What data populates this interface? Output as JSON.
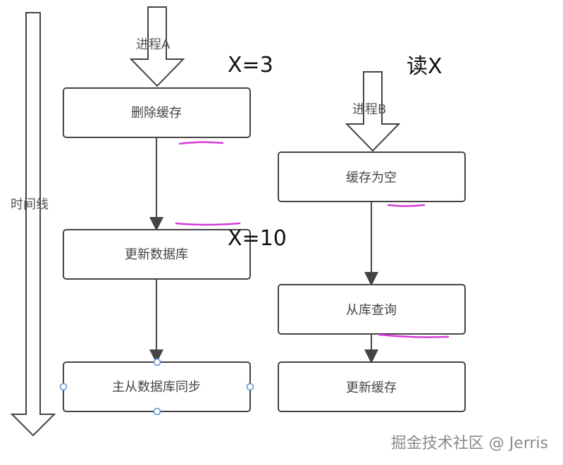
{
  "timeline": {
    "label": "时间线"
  },
  "process_a": {
    "label": "进程A",
    "value_label": "X=3",
    "steps": [
      "删除缓存",
      "更新数据库",
      "主从数据库同步"
    ],
    "value_after_update": "X=10"
  },
  "process_b": {
    "label": "进程B",
    "read_label": "读X",
    "steps": [
      "缓存为空",
      "从库查询",
      "更新缓存"
    ]
  },
  "watermark": "掘金技术社区 @ Jerris",
  "colors": {
    "stroke": "#444444",
    "highlight": "#d63bd6",
    "handle": "#5b8fd6"
  }
}
